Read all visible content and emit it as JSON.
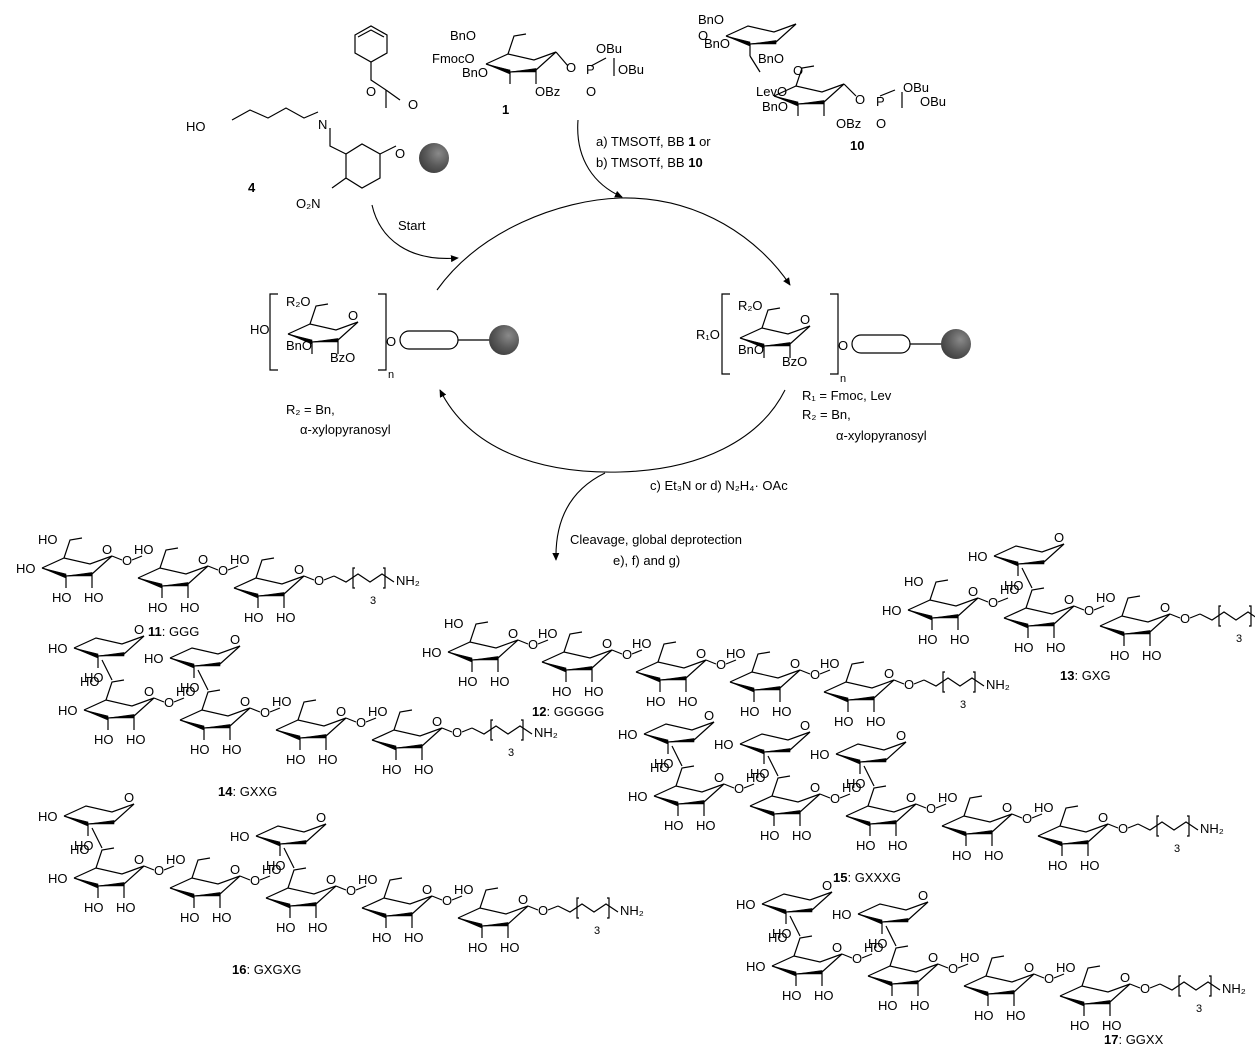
{
  "compounds": {
    "c1": {
      "number": "1",
      "substituents": [
        "BnO",
        "FmocO",
        "BnO",
        "OBz",
        "OBu",
        "OBu",
        "O",
        "P",
        "O"
      ]
    },
    "c10": {
      "number": "10",
      "substituents": [
        "BnO",
        "BnO",
        "BnO",
        "O",
        "LevO",
        "BnO",
        "OBz",
        "OBu",
        "OBu",
        "O",
        "P",
        "O",
        "O"
      ]
    },
    "c4": {
      "number": "4",
      "substituents": [
        "HO",
        "N",
        "O",
        "O",
        "O",
        "O₂N"
      ]
    }
  },
  "conditions": {
    "line1_pre": "a) TMSOTf, BB ",
    "line1_bold": "1",
    "line1_post": " or",
    "line2_pre": "b) TMSOTf, BB ",
    "line2_bold": "10",
    "start": "Start",
    "deprot_c": "c) Et₃N or d) N₂H₄· OAc",
    "cleavage1": "Cleavage, global deprotection",
    "cleavage2": "e), f) and g)"
  },
  "left_resin": {
    "HO": "HO",
    "R2O": "R₂O",
    "BnO": "BnO",
    "BzO": "BzO",
    "O_ring": "O",
    "O_link": "O",
    "n": "n",
    "r2_line1": "R₂ = Bn,",
    "r2_line2": "α-xylopyranosyl"
  },
  "right_resin": {
    "R1O": "R₁O",
    "R2O": "R₂O",
    "BnO": "BnO",
    "BzO": "BzO",
    "O_ring": "O",
    "O_link": "O",
    "n": "n",
    "r1_line": "R₁ = Fmoc, Lev",
    "r2_line1": "R₂ = Bn,",
    "r2_line2": "α-xylopyranosyl"
  },
  "products": [
    {
      "id": "11",
      "name": ": GGG"
    },
    {
      "id": "12",
      "name": ": GGGGG"
    },
    {
      "id": "13",
      "name": ": GXG"
    },
    {
      "id": "14",
      "name": ": GXXG"
    },
    {
      "id": "15",
      "name": ": GXXXG"
    },
    {
      "id": "16",
      "name": ": GXGXG"
    },
    {
      "id": "17",
      "name": ": GGXX"
    }
  ],
  "atoms": {
    "HO": "HO",
    "O": "O",
    "NH2": "NH₂",
    "three": "3"
  }
}
